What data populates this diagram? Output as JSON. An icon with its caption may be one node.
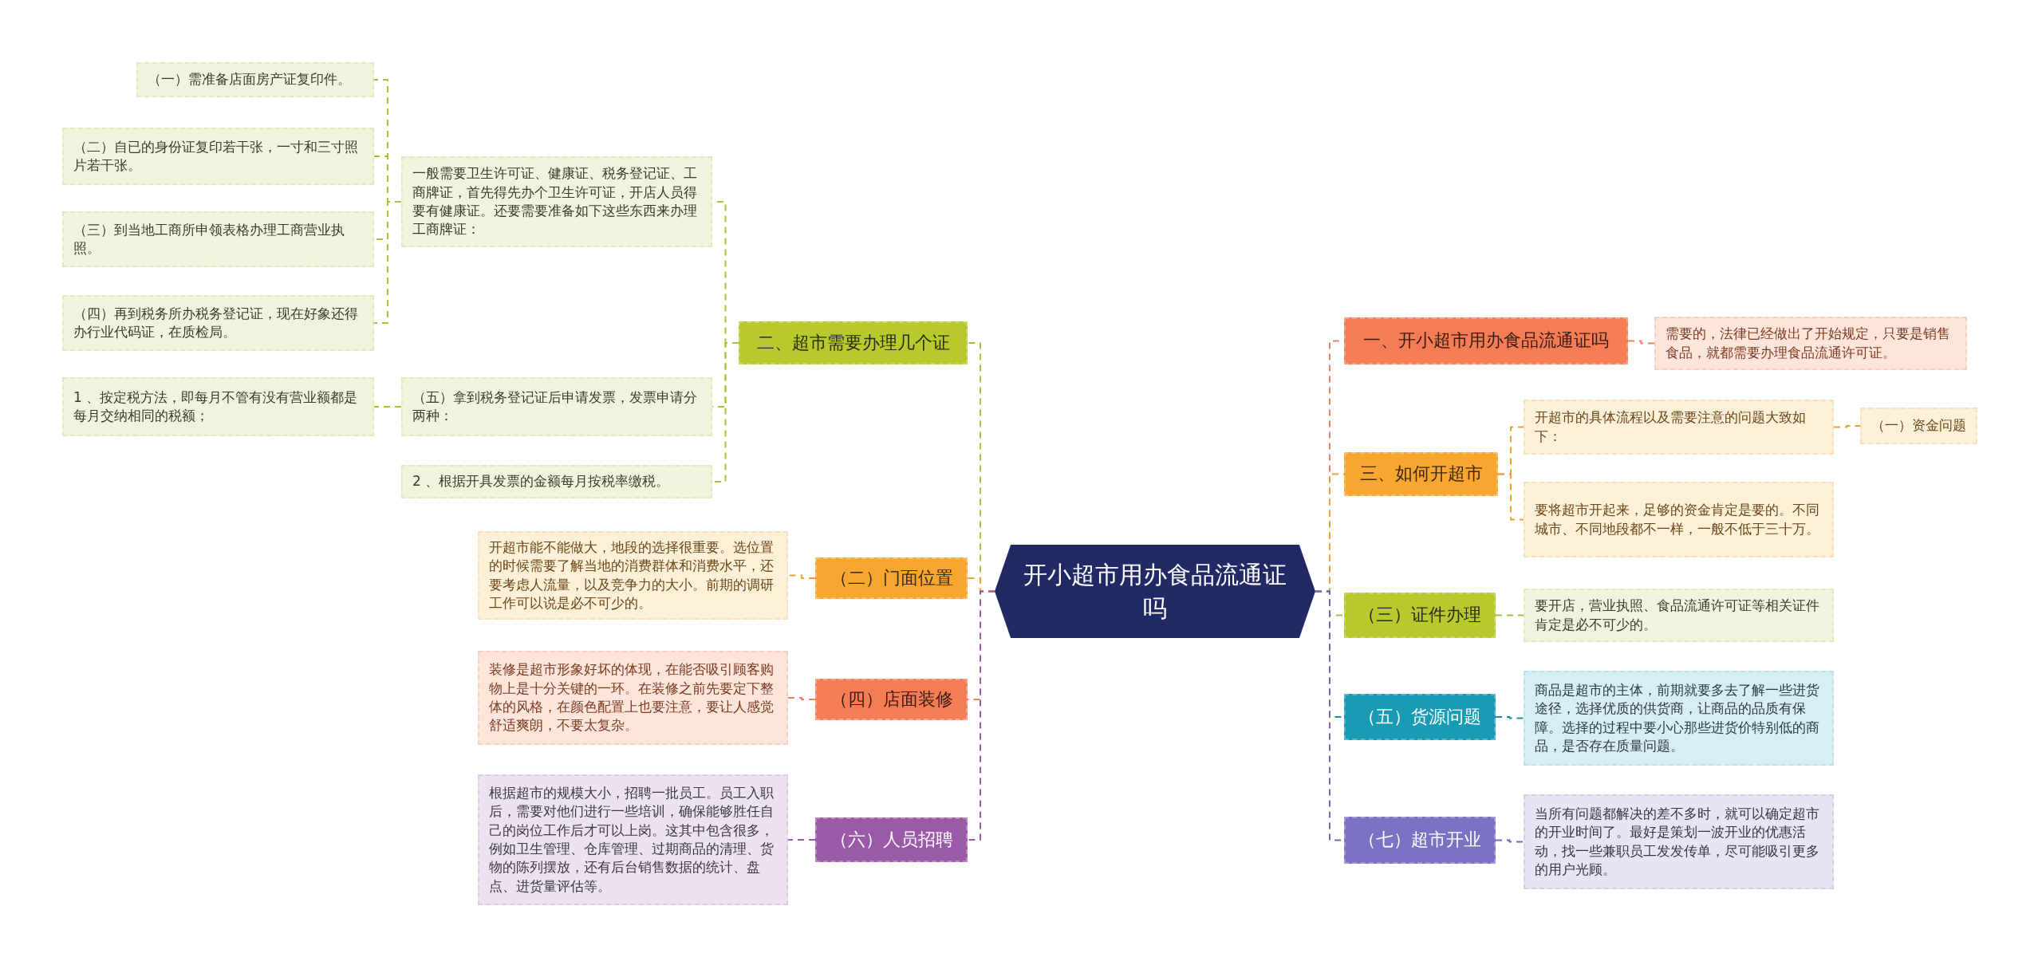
{
  "diagram": {
    "nodes": [
      {
        "text": [
          "开小超市用办食品流通证吗"
        ]
      },
      {
        "text": [
          "二、超市需要办理几个证"
        ]
      },
      {
        "text": [
          "一般需要卫生许可证、健康证、税务登记证、工商牌证，首先得先办个卫生许可证，开店人员得要有健康证。还要需要准备如下这些东西来办理工商牌证："
        ]
      },
      {
        "text": [
          "（一）需准备店面房产证复印件。"
        ]
      },
      {
        "text": [
          "（二）自已的身份证复印若干张，一寸和三寸照片若干张。"
        ]
      },
      {
        "text": [
          "（三）到当地工商所申领表格办理工商营业执照。"
        ]
      },
      {
        "text": [
          "（四）再到税务所办税务登记证，现在好象还得办行业代码证，在质检局。"
        ]
      },
      {
        "text": [
          "（五）拿到税务登记证后申请发票，发票申请分两种："
        ]
      },
      {
        "text": [
          "1 、按定税方法，即每月不管有没有营业额都是每月交纳相同的税额；"
        ]
      },
      {
        "text": [
          "2 、根据开具发票的金额每月按税率缴税。"
        ]
      },
      {
        "text": [
          "（二）门面位置"
        ]
      },
      {
        "text": [
          "开超市能不能做大，地段的选择很重要。选位置的时候需要了解当地的消费群体和消费水平，还要考虑人流量，以及竞争力的大小。前期的调研工作可以说是必不可少的。"
        ]
      },
      {
        "text": [
          "（四）店面装修"
        ]
      },
      {
        "text": [
          "装修是超市形象好坏的体现，在能否吸引顾客购物上是十分关键的一环。在装修之前先要定下整体的风格，在颜色配置上也要注意，要让人感觉舒适爽朗，不要太复杂。"
        ]
      },
      {
        "text": [
          "（六）人员招聘"
        ]
      },
      {
        "text": [
          "根据超市的规模大小，招聘一批员工。员工入职后，需要对他们进行一些培训，确保能够胜任自己的岗位工作后才可以上岗。这其中包含很多，例如卫生管理、仓库管理、过期商品的清理、货物的陈列摆放，还有后台销售数据的统计、盘点、进货量评估等。"
        ]
      },
      {
        "text": [
          "一、开小超市用办食品流通证吗"
        ]
      },
      {
        "text": [
          "需要的，法律已经做出了开始规定，只要是销售食品，就都需要办理食品流通许可证。"
        ]
      },
      {
        "text": [
          "三、如何开超市"
        ]
      },
      {
        "text": [
          "开超市的具体流程以及需要注意的问题大致如下："
        ]
      },
      {
        "text": [
          "（一）资金问题"
        ]
      },
      {
        "text": [
          "要将超市开起来，足够的资金肯定是要的。不同城市、不同地段都不一样，一般不低于三十万。"
        ]
      },
      {
        "text": [
          "（三）证件办理"
        ]
      },
      {
        "text": [
          "要开店，营业执照、食品流通许可证等相关证件肯定是必不可少的。"
        ]
      },
      {
        "text": [
          "（五）货源问题"
        ]
      },
      {
        "text": [
          "商品是超市的主体，前期就要多去了解一些进货途径，选择优质的供货商，让商品的品质有保障。选择的过程中要小心那些进货价特别低的商品，是否存在质量问题。"
        ]
      },
      {
        "text": [
          "（七）超市开业"
        ]
      },
      {
        "text": [
          "当所有问题都解决的差不多时，就可以确定超市的开业时间了。最好是策划一波开业的优惠活动，找一些兼职员工发发传单，尽可能吸引更多的用户光顾。"
        ]
      }
    ],
    "edges": [
      {
        "from": 0,
        "to": 1,
        "arrow": "none",
        "style": "dashed",
        "color": "#a8c23a"
      },
      {
        "from": 1,
        "to": 2,
        "arrow": "none",
        "style": "dashed",
        "color": "#a8c23a"
      },
      {
        "from": 2,
        "to": 3,
        "arrow": "none",
        "style": "dashed",
        "color": "#a8c23a"
      },
      {
        "from": 2,
        "to": 4,
        "arrow": "none",
        "style": "dashed",
        "color": "#a8c23a"
      },
      {
        "from": 2,
        "to": 5,
        "arrow": "none",
        "style": "dashed",
        "color": "#a8c23a"
      },
      {
        "from": 2,
        "to": 6,
        "arrow": "none",
        "style": "dashed",
        "color": "#a8c23a"
      },
      {
        "from": 1,
        "to": 7,
        "arrow": "none",
        "style": "dashed",
        "color": "#a8c23a"
      },
      {
        "from": 7,
        "to": 8,
        "arrow": "none",
        "style": "dashed",
        "color": "#a8c23a"
      },
      {
        "from": 1,
        "to": 9,
        "arrow": "none",
        "style": "dashed",
        "color": "#a8c23a"
      },
      {
        "from": 0,
        "to": 10,
        "arrow": "none",
        "style": "dashed",
        "color": "#f0a030"
      },
      {
        "from": 10,
        "to": 11,
        "arrow": "none",
        "style": "dashed",
        "color": "#f0a030"
      },
      {
        "from": 0,
        "to": 12,
        "arrow": "none",
        "style": "dashed",
        "color": "#e8835a"
      },
      {
        "from": 12,
        "to": 13,
        "arrow": "none",
        "style": "dashed",
        "color": "#e8835a"
      },
      {
        "from": 0,
        "to": 14,
        "arrow": "none",
        "style": "dashed",
        "color": "#9b5aa8"
      },
      {
        "from": 14,
        "to": 15,
        "arrow": "none",
        "style": "dashed",
        "color": "#9b5aa8"
      },
      {
        "from": 0,
        "to": 16,
        "arrow": "none",
        "style": "dashed",
        "color": "#e8835a"
      },
      {
        "from": 16,
        "to": 17,
        "arrow": "none",
        "style": "dashed",
        "color": "#e8835a"
      },
      {
        "from": 0,
        "to": 18,
        "arrow": "none",
        "style": "dashed",
        "color": "#f0a030"
      },
      {
        "from": 18,
        "to": 19,
        "arrow": "none",
        "style": "dashed",
        "color": "#f0a030"
      },
      {
        "from": 19,
        "to": 20,
        "arrow": "none",
        "style": "dashed",
        "color": "#f0a030"
      },
      {
        "from": 18,
        "to": 21,
        "arrow": "none",
        "style": "dashed",
        "color": "#f0a030"
      },
      {
        "from": 0,
        "to": 22,
        "arrow": "none",
        "style": "dashed",
        "color": "#a8c23a"
      },
      {
        "from": 22,
        "to": 23,
        "arrow": "none",
        "style": "dashed",
        "color": "#a8c23a"
      },
      {
        "from": 0,
        "to": 24,
        "arrow": "none",
        "style": "dashed",
        "color": "#1a8fa8"
      },
      {
        "from": 24,
        "to": 25,
        "arrow": "none",
        "style": "dashed",
        "color": "#1a8fa8"
      },
      {
        "from": 0,
        "to": 26,
        "arrow": "none",
        "style": "dashed",
        "color": "#6d68b8"
      },
      {
        "from": 26,
        "to": 27,
        "arrow": "none",
        "style": "dashed",
        "color": "#6d68b8"
      }
    ]
  }
}
